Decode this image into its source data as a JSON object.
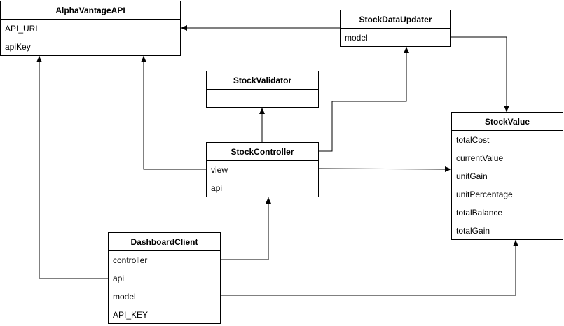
{
  "classes": {
    "alphavantage": {
      "name": "AlphaVantageAPI",
      "attributes": [
        "API_URL",
        "apiKey"
      ]
    },
    "stockdataupdater": {
      "name": "StockDataUpdater",
      "attributes": [
        "model"
      ]
    },
    "stockvalidator": {
      "name": "StockValidator",
      "attributes": []
    },
    "stockcontroller": {
      "name": "StockController",
      "attributes": [
        "view",
        "api"
      ]
    },
    "stockvalue": {
      "name": "StockValue",
      "attributes": [
        "totalCost",
        "currentValue",
        "unitGain",
        "unitPercentage",
        "totalBalance",
        "totalGain"
      ]
    },
    "dashboardclient": {
      "name": "DashboardClient",
      "attributes": [
        "controller",
        "api",
        "model",
        "API_KEY"
      ]
    }
  },
  "relations": [
    {
      "from": "stockdataupdater",
      "to": "alphavantage"
    },
    {
      "from": "stockdataupdater",
      "to": "stockvalue"
    },
    {
      "from": "stockcontroller",
      "to": "stockvalidator"
    },
    {
      "from": "stockcontroller",
      "to": "stockdataupdater"
    },
    {
      "from": "stockcontroller",
      "to": "alphavantage"
    },
    {
      "from": "stockcontroller",
      "to": "stockvalue"
    },
    {
      "from": "dashboardclient",
      "to": "stockcontroller"
    },
    {
      "from": "dashboardclient",
      "to": "alphavantage"
    },
    {
      "from": "dashboardclient",
      "to": "stockvalue"
    }
  ]
}
